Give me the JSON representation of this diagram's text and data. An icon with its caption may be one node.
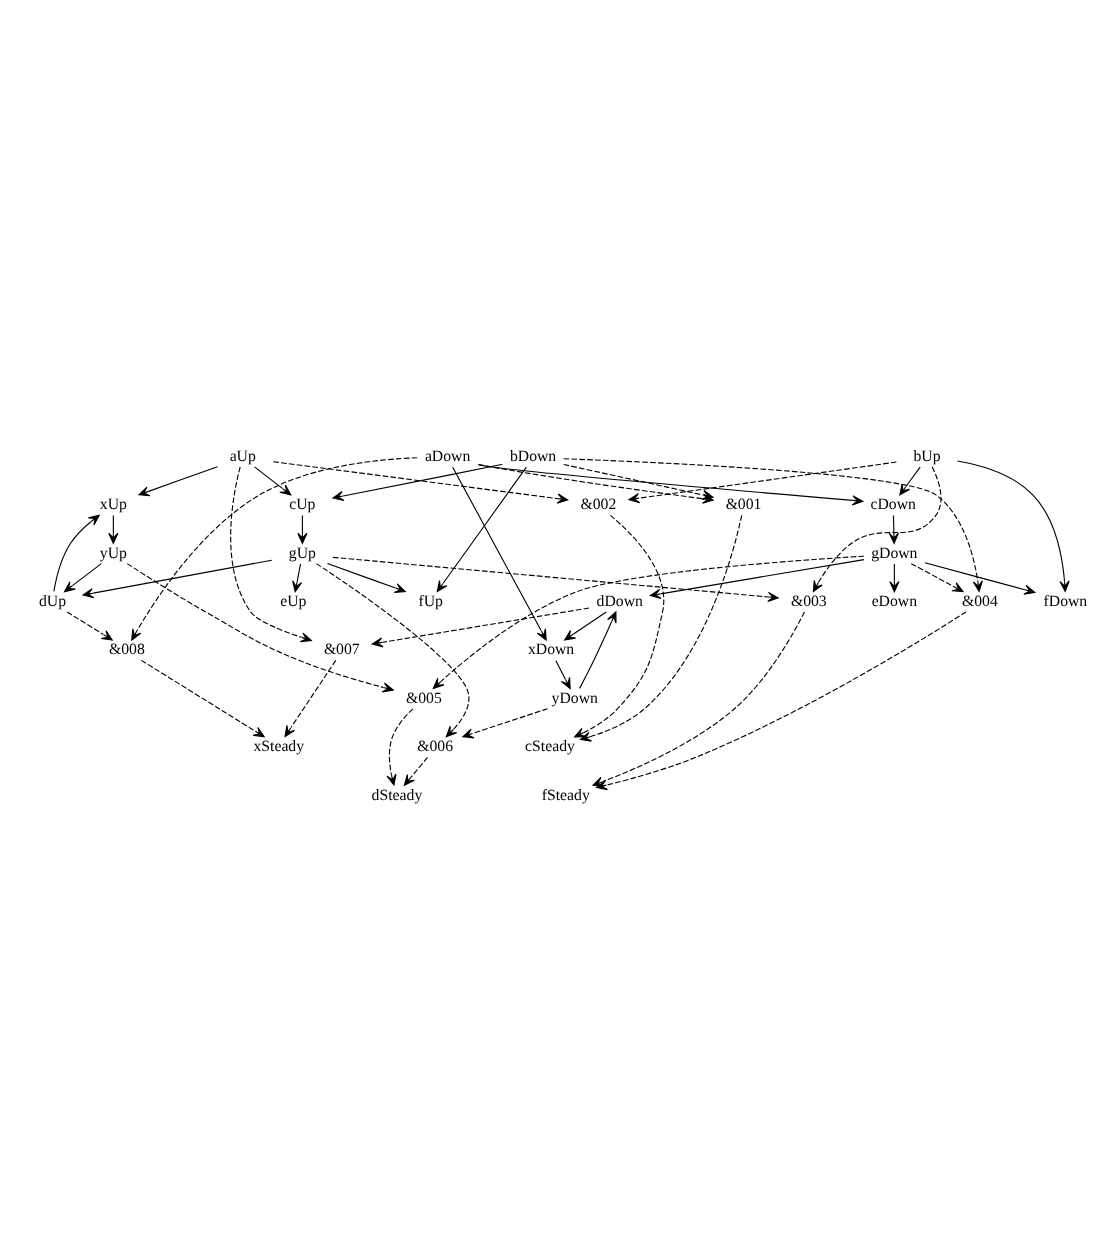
{
  "diagram": {
    "nodes": [
      {
        "text": [
          "&008"
        ]
      },
      {
        "text": [
          "&007"
        ]
      },
      {
        "text": [
          "xSteady"
        ]
      },
      {
        "text": [
          "xUp"
        ]
      },
      {
        "text": [
          "yUp"
        ]
      },
      {
        "text": [
          "dUp"
        ]
      },
      {
        "text": [
          "aUp"
        ]
      },
      {
        "text": [
          "eUp"
        ]
      },
      {
        "text": [
          "cUp"
        ]
      },
      {
        "text": [
          "gUp"
        ]
      },
      {
        "text": [
          "bDown"
        ]
      },
      {
        "text": [
          "fUp"
        ]
      },
      {
        "text": [
          "&001"
        ]
      },
      {
        "text": [
          "cSteady"
        ]
      },
      {
        "text": [
          "&003"
        ]
      },
      {
        "text": [
          "fSteady"
        ]
      },
      {
        "text": [
          "&002"
        ]
      },
      {
        "text": [
          "&004"
        ]
      },
      {
        "text": [
          "&005"
        ]
      },
      {
        "text": [
          "xDown"
        ]
      },
      {
        "text": [
          "yDown"
        ]
      },
      {
        "text": [
          "&006"
        ]
      },
      {
        "text": [
          "dDown"
        ]
      },
      {
        "text": [
          "aDown"
        ]
      },
      {
        "text": [
          "dSteady"
        ]
      },
      {
        "text": [
          "eDown"
        ]
      },
      {
        "text": [
          "cDown"
        ]
      },
      {
        "text": [
          "gDown"
        ]
      },
      {
        "text": [
          "bUp"
        ]
      },
      {
        "text": [
          "fDown"
        ]
      }
    ],
    "edges": [
      {
        "from": 3,
        "to": 4,
        "arrow": "to"
      },
      {
        "from": 4,
        "to": 5,
        "arrow": "to"
      },
      {
        "from": 5,
        "to": 3,
        "arrow": "to"
      },
      {
        "from": 6,
        "to": 3,
        "arrow": "to"
      },
      {
        "from": 6,
        "to": 8,
        "arrow": "to"
      },
      {
        "from": 10,
        "to": 8,
        "arrow": "to"
      },
      {
        "from": 8,
        "to": 9,
        "arrow": "to"
      },
      {
        "from": 9,
        "to": 5,
        "arrow": "to"
      },
      {
        "from": 9,
        "to": 7,
        "arrow": "to"
      },
      {
        "from": 9,
        "to": 11,
        "arrow": "to"
      },
      {
        "from": 10,
        "to": 11,
        "arrow": "to"
      },
      {
        "from": 19,
        "to": 20,
        "arrow": "to"
      },
      {
        "from": 20,
        "to": 22,
        "arrow": "to"
      },
      {
        "from": 22,
        "to": 19,
        "arrow": "to"
      },
      {
        "from": 23,
        "to": 19,
        "arrow": "to"
      },
      {
        "from": 23,
        "to": 26,
        "arrow": "to"
      },
      {
        "from": 28,
        "to": 26,
        "arrow": "to"
      },
      {
        "from": 26,
        "to": 27,
        "arrow": "to"
      },
      {
        "from": 27,
        "to": 22,
        "arrow": "to"
      },
      {
        "from": 27,
        "to": 25,
        "arrow": "to"
      },
      {
        "from": 27,
        "to": 29,
        "arrow": "to"
      },
      {
        "from": 28,
        "to": 29,
        "arrow": "to"
      },
      {
        "from": 0,
        "to": 2,
        "arrow": "to",
        "style": "dashed"
      },
      {
        "from": 6,
        "to": 1,
        "arrow": "to",
        "style": "dashed"
      },
      {
        "from": 1,
        "to": 2,
        "arrow": "to",
        "style": "dashed"
      },
      {
        "from": 5,
        "to": 0,
        "arrow": "to",
        "style": "dashed"
      },
      {
        "from": 22,
        "to": 1,
        "arrow": "to",
        "style": "dashed"
      },
      {
        "from": 4,
        "to": 18,
        "arrow": "to",
        "style": "dashed"
      },
      {
        "from": 9,
        "to": 21,
        "arrow": "to",
        "style": "dashed"
      },
      {
        "from": 9,
        "to": 14,
        "arrow": "to",
        "style": "dashed"
      },
      {
        "from": 10,
        "to": 12,
        "arrow": "to",
        "style": "dashed"
      },
      {
        "from": 10,
        "to": 17,
        "arrow": "to",
        "style": "dashed"
      },
      {
        "from": 6,
        "to": 16,
        "arrow": "to",
        "style": "dashed"
      },
      {
        "from": 12,
        "to": 13,
        "arrow": "to",
        "style": "dashed"
      },
      {
        "from": 16,
        "to": 13,
        "arrow": "to",
        "style": "dashed"
      },
      {
        "from": 14,
        "to": 15,
        "arrow": "to",
        "style": "dashed"
      },
      {
        "from": 17,
        "to": 15,
        "arrow": "to",
        "style": "dashed"
      },
      {
        "from": 23,
        "to": 0,
        "arrow": "to",
        "style": "dashed"
      },
      {
        "from": 23,
        "to": 12,
        "arrow": "to",
        "style": "dashed"
      },
      {
        "from": 28,
        "to": 16,
        "arrow": "to",
        "style": "dashed"
      },
      {
        "from": 28,
        "to": 14,
        "arrow": "to",
        "style": "dashed"
      },
      {
        "from": 27,
        "to": 17,
        "arrow": "to",
        "style": "dashed"
      },
      {
        "from": 27,
        "to": 18,
        "arrow": "to",
        "style": "dashed"
      },
      {
        "from": 20,
        "to": 21,
        "arrow": "to",
        "style": "dashed"
      },
      {
        "from": 21,
        "to": 24,
        "arrow": "to",
        "style": "dashed"
      },
      {
        "from": 18,
        "to": 24,
        "arrow": "to",
        "style": "dashed"
      }
    ]
  }
}
